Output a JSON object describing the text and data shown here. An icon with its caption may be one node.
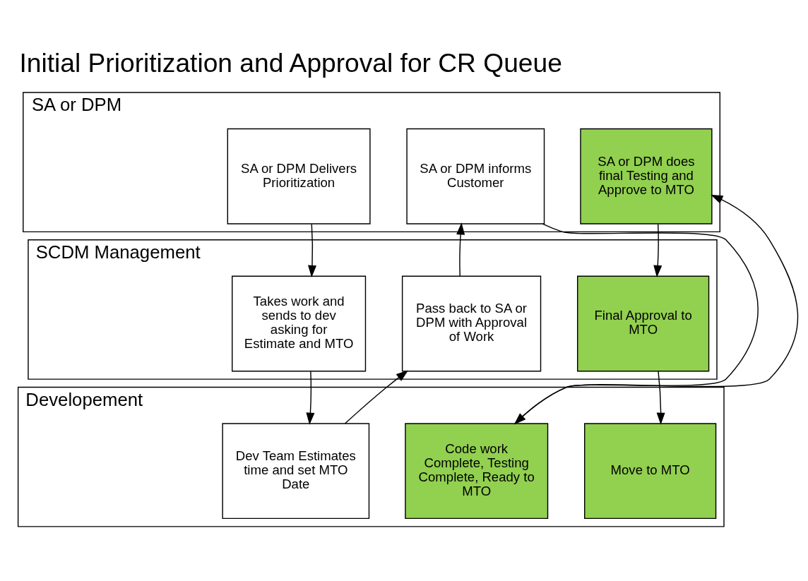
{
  "diagram": {
    "title": "Initial Prioritization and Approval for CR Queue",
    "nodes": [
      {
        "text": [
          "SA or DPM"
        ]
      },
      {
        "text": [
          "SA or DPM Delivers Prioritization"
        ],
        "in": 0
      },
      {
        "text": [
          "SA or DPM informs Customer"
        ],
        "in": 0
      },
      {
        "text": [
          "SA or DPM does final Testing and Approve to MTO"
        ],
        "in": 0
      },
      {
        "text": [
          "SCDM Management"
        ]
      },
      {
        "text": [
          "Takes work and sends to dev asking for Estimate and MTO"
        ],
        "in": 4
      },
      {
        "text": [
          "Pass back to SA or DPM with Approval of Work"
        ],
        "in": 4
      },
      {
        "text": [
          "Final Approval to MTO"
        ],
        "in": 4
      },
      {
        "text": [
          "Developement"
        ]
      },
      {
        "text": [
          "Dev Team Estimates time and set MTO Date"
        ],
        "in": 8
      },
      {
        "text": [
          "Code work Complete, Testing Complete, Ready to MTO"
        ],
        "in": 8
      },
      {
        "text": [
          "Move to MTO"
        ],
        "in": 8
      }
    ],
    "edges": [
      {
        "from": 1,
        "to": 5,
        "arrow": "to"
      },
      {
        "from": 5,
        "to": 9,
        "arrow": "to"
      },
      {
        "from": 9,
        "to": 6,
        "arrow": "to"
      },
      {
        "from": 6,
        "to": 2,
        "arrow": "to"
      },
      {
        "from": 2,
        "to": 10,
        "arrow": "to"
      },
      {
        "from": 10,
        "to": 3,
        "arrow": "to"
      },
      {
        "from": 3,
        "to": 7,
        "arrow": "to"
      },
      {
        "from": 7,
        "to": 11,
        "arrow": "to"
      }
    ]
  }
}
